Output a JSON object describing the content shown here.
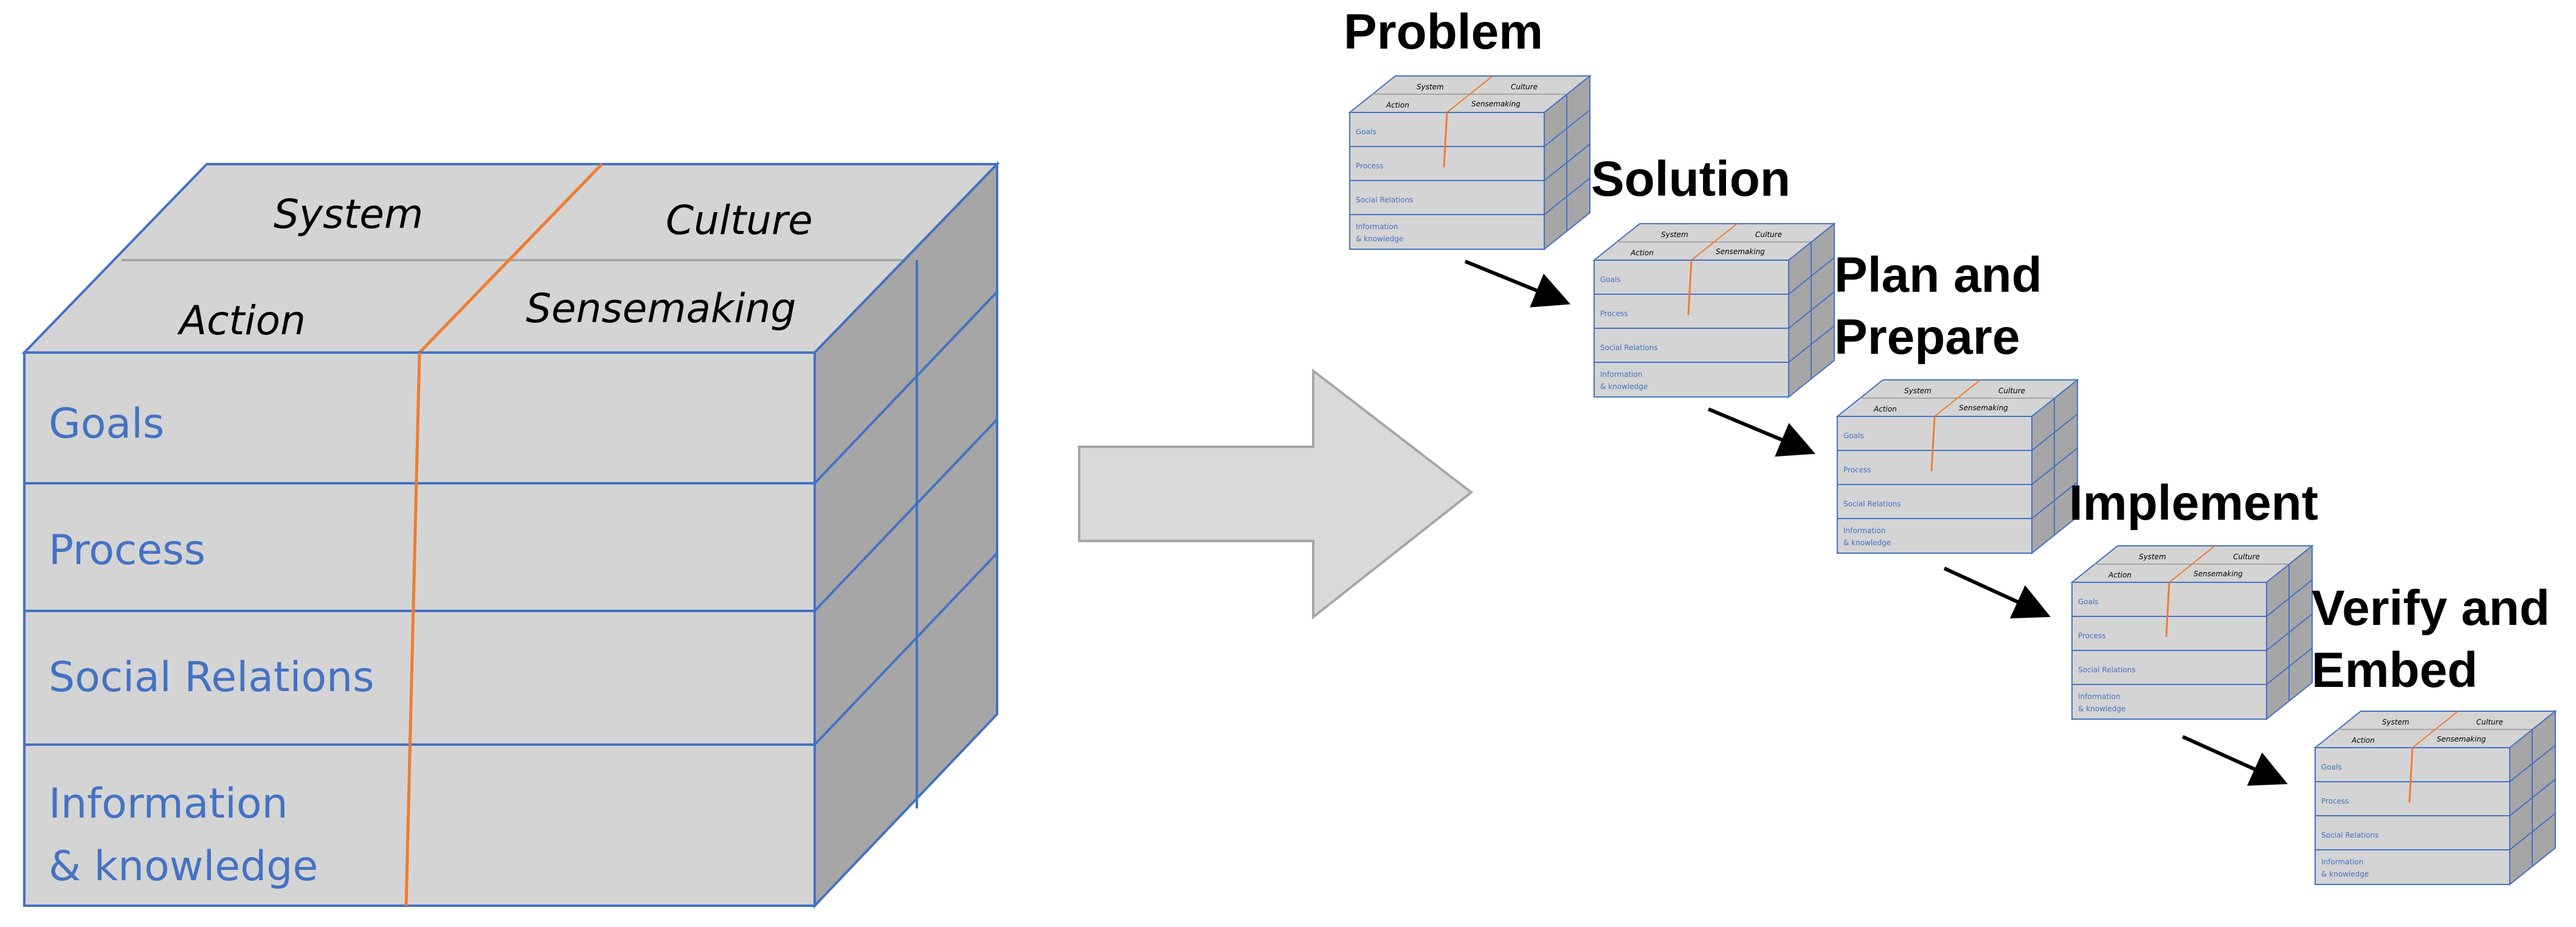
{
  "cube": {
    "top_axis": {
      "back_left": "System",
      "back_right": "Culture",
      "front_left": "Action",
      "front_right": "Sensemaking"
    },
    "rows": [
      {
        "label_lines": [
          "Goals"
        ]
      },
      {
        "label_lines": [
          "Process"
        ]
      },
      {
        "label_lines": [
          "Social Relations"
        ]
      },
      {
        "label_lines": [
          "Information",
          "& knowledge"
        ]
      }
    ]
  },
  "mini_cube": {
    "top_axis": {
      "back_left": "System",
      "back_right": "Culture",
      "front_left": "Action",
      "front_right": "Sensemaking"
    },
    "rows": [
      "Goals",
      "Process",
      "Social Relations",
      "Information",
      "& knowledge"
    ]
  },
  "steps": [
    {
      "label_lines": [
        "Problem"
      ]
    },
    {
      "label_lines": [
        "Solution"
      ]
    },
    {
      "label_lines": [
        "Plan and",
        "Prepare"
      ]
    },
    {
      "label_lines": [
        "Implement"
      ]
    },
    {
      "label_lines": [
        "Verify and",
        "Embed"
      ]
    }
  ],
  "colors": {
    "face": "#d4d4d4",
    "side": "#a6a6a6",
    "edge": "#4472c4",
    "divider": "#ed7d31",
    "label": "#4472c4",
    "arrow_fill": "#d9d9d9",
    "arrow_stroke": "#a6a6a6"
  }
}
